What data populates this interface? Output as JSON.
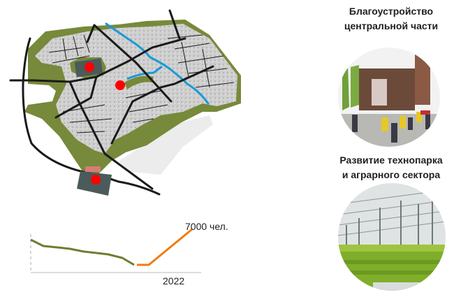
{
  "map": {
    "markers": [
      {
        "name": "central-park-marker",
        "cx": 128,
        "cy": 96
      },
      {
        "name": "river-park-marker",
        "cx": 172,
        "cy": 122
      },
      {
        "name": "technopark-marker",
        "cx": 137,
        "cy": 257
      }
    ],
    "colors": {
      "greenery": "#77893a",
      "roads": "#1a1a1a",
      "river": "#1a9ad6",
      "built_area": "#c9c9c9",
      "marker": "#ff0000",
      "zone": "#4b5a5a",
      "zone_highlight": "#d87c78",
      "shadow": "#ececec"
    }
  },
  "chart_data": {
    "type": "line",
    "title": "",
    "xlabel": "",
    "ylabel": "",
    "x_tick_labels": [
      "2022"
    ],
    "annotation": "7000 чел.",
    "series": [
      {
        "name": "historical",
        "color": "#6b7f2e",
        "points": [
          [
            0,
            100
          ],
          [
            1,
            90
          ],
          [
            2,
            89
          ],
          [
            3,
            87
          ],
          [
            4,
            84
          ],
          [
            5,
            82
          ],
          [
            6,
            80
          ],
          [
            7,
            76
          ],
          [
            8,
            69
          ]
        ]
      },
      {
        "name": "forecast",
        "color": "#ef7d0f",
        "points": [
          [
            8.3,
            69
          ],
          [
            9.3,
            69
          ],
          [
            12.6,
            118
          ]
        ]
      }
    ]
  },
  "chart": {
    "annotation": "7000 чел.",
    "year_label": "2022"
  },
  "right": {
    "items": [
      {
        "caption_line1": "Благоустройство",
        "caption_line2": "центральной части",
        "photo": "city-square-festival-photo"
      },
      {
        "caption_line1": "Развитие технопарка",
        "caption_line2": "и аграрного сектора",
        "photo": "greenhouse-photo"
      }
    ]
  }
}
